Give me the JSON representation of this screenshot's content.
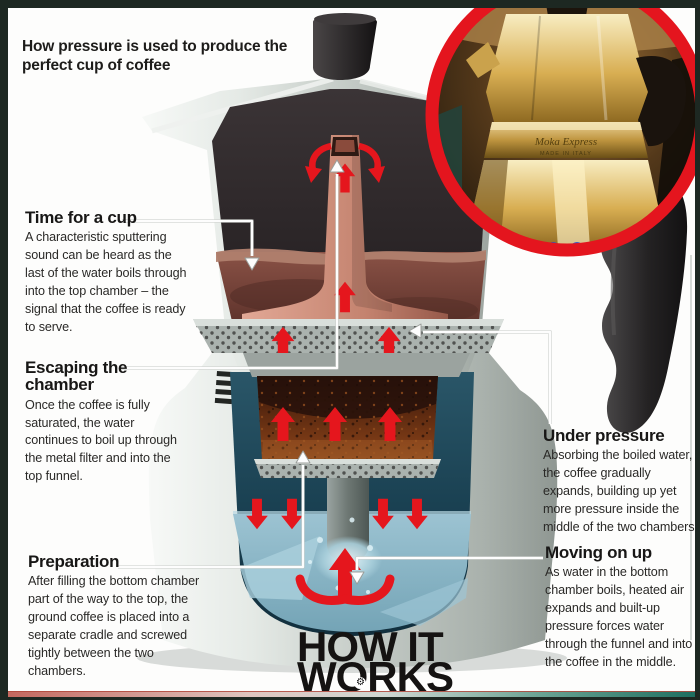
{
  "page": {
    "title": "How pressure is used to produce the perfect cup of coffee"
  },
  "callouts": {
    "time_for_a_cup": {
      "heading": "Time for a cup",
      "body": "A characteristic sputtering sound can be heard as the last of the water boils through into the top chamber – the signal that the coffee is ready to serve."
    },
    "escaping_the_chamber": {
      "heading": "Escaping the chamber",
      "body": "Once the coffee is fully saturated, the water continues to boil up through the metal filter and into the top funnel."
    },
    "preparation": {
      "heading": "Preparation",
      "body": "After filling the bottom chamber part of the way to the top, the ground coffee is placed into a separate cradle and screwed tightly between the two chambers."
    },
    "under_pressure": {
      "heading": "Under pressure",
      "body": "Absorbing the boiled water, the coffee gradually expands, building up yet more pressure inside the middle of the two chambers."
    },
    "moving_on_up": {
      "heading": "Moving on up",
      "body": "As water in the bottom chamber boils, heated air expands and built-up pressure forces water through the funnel and into the coffee in the middle."
    }
  },
  "logo": {
    "line1": "HOW IT",
    "line2": "WORKS"
  },
  "inset_photo": {
    "engraving_line1": "Moka Express",
    "engraving_line2": "MADE IN ITALY"
  },
  "colors": {
    "accent_red": "#e5161d",
    "frame": "#1d2822",
    "callout_line": "#fdfdfd",
    "pot_body_gray": "#c2c9c4",
    "coffee_liquid": "#6e3c33",
    "coffee_grounds": "#5d2a10",
    "water_dark": "#173d4e",
    "water_light": "#7fb0c2",
    "inset_gold": "#d8ae52"
  }
}
